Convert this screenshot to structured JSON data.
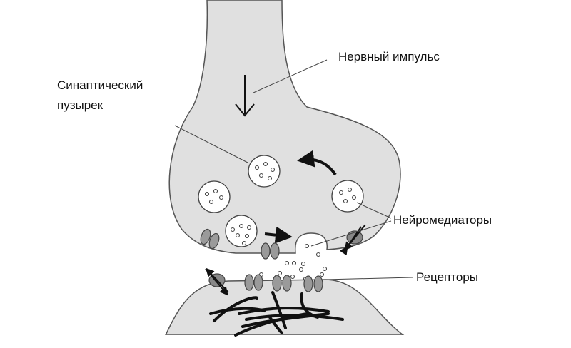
{
  "labels": {
    "nerve_impulse": "Нервный импульс",
    "vesicle_line1": "Синаптический",
    "vesicle_line2": "пузырек",
    "neurotransmitters": "Нейромедиаторы",
    "receptors": "Рецепторы"
  },
  "colors": {
    "cell_fill": "#e0e0e0",
    "outline": "#555555",
    "protein": "#9a9a9a",
    "filament": "#111111"
  }
}
